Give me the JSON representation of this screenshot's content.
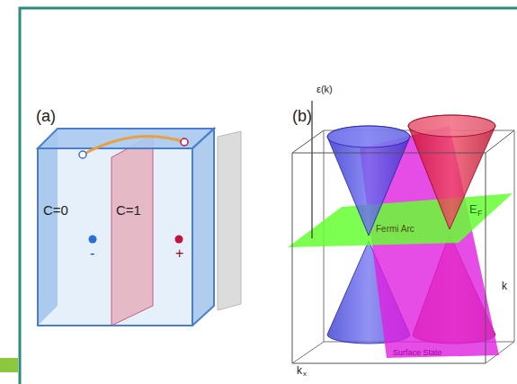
{
  "diagram": {
    "labels": [
      "(a)",
      "C=0",
      "C=1",
      "-",
      "+",
      "(b)",
      "ε(k)",
      "E",
      "F",
      "Fermi Arc",
      "Surface State",
      "k",
      "x",
      "k"
    ]
  }
}
